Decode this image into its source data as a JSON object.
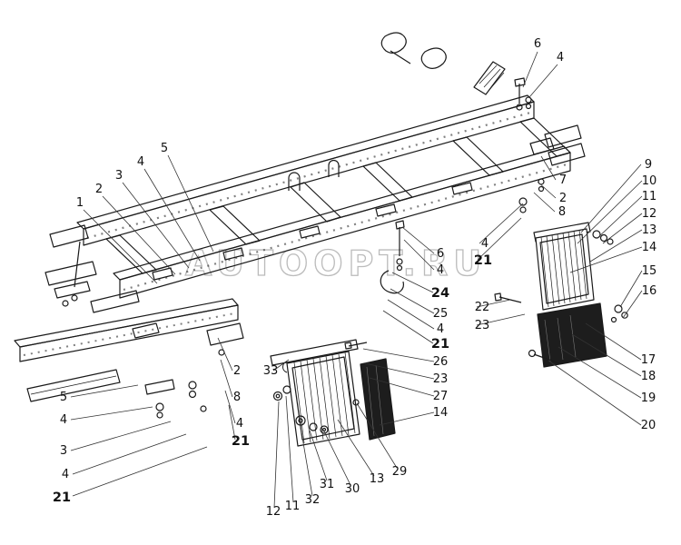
{
  "diagram": {
    "watermark": "AUTOOPT.RU",
    "labels": [
      {
        "text": "1"
      },
      {
        "text": "2"
      },
      {
        "text": "3"
      },
      {
        "text": "4"
      },
      {
        "text": "5"
      },
      {
        "text": "6"
      },
      {
        "text": "4"
      },
      {
        "text": "7"
      },
      {
        "text": "2"
      },
      {
        "text": "8"
      },
      {
        "text": "9"
      },
      {
        "text": "10"
      },
      {
        "text": "11"
      },
      {
        "text": "12"
      },
      {
        "text": "13"
      },
      {
        "text": "14"
      },
      {
        "text": "15"
      },
      {
        "text": "16"
      },
      {
        "text": "17"
      },
      {
        "text": "18"
      },
      {
        "text": "19"
      },
      {
        "text": "20"
      },
      {
        "text": "4"
      },
      {
        "text": "21"
      },
      {
        "text": "22"
      },
      {
        "text": "23"
      },
      {
        "text": "6"
      },
      {
        "text": "4"
      },
      {
        "text": "24"
      },
      {
        "text": "25"
      },
      {
        "text": "4"
      },
      {
        "text": "21"
      },
      {
        "text": "26"
      },
      {
        "text": "23"
      },
      {
        "text": "27"
      },
      {
        "text": "14"
      },
      {
        "text": "2"
      },
      {
        "text": "8"
      },
      {
        "text": "4"
      },
      {
        "text": "21"
      },
      {
        "text": "33"
      },
      {
        "text": "12"
      },
      {
        "text": "11"
      },
      {
        "text": "32"
      },
      {
        "text": "31"
      },
      {
        "text": "30"
      },
      {
        "text": "13"
      },
      {
        "text": "29"
      },
      {
        "text": "5"
      },
      {
        "text": "4"
      },
      {
        "text": "3"
      },
      {
        "text": "4"
      },
      {
        "text": "21"
      }
    ]
  }
}
